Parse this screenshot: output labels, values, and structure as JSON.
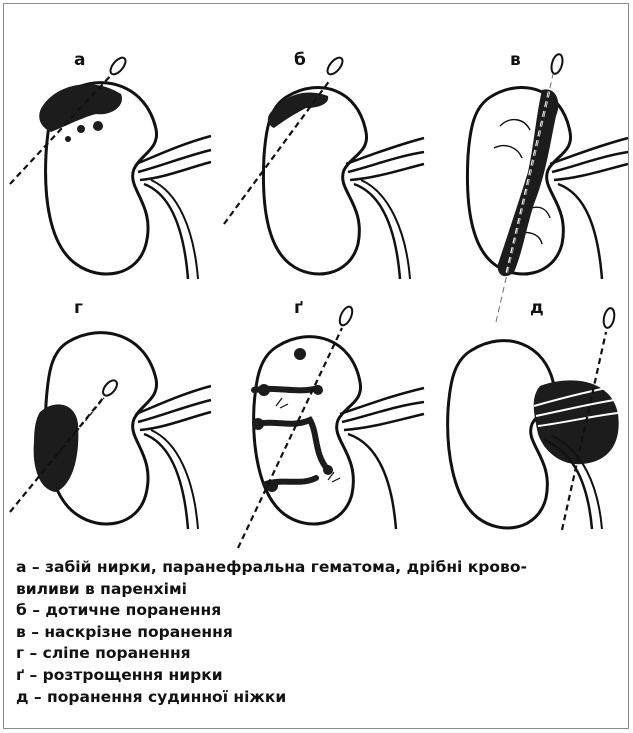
{
  "panels": [
    {
      "letter": "а"
    },
    {
      "letter": "б"
    },
    {
      "letter": "в"
    },
    {
      "letter": "г"
    },
    {
      "letter": "ґ"
    },
    {
      "letter": "д"
    }
  ],
  "legend": [
    "а – забій нирки, паранефральна гематома, дрібні крово-",
    "виливи в паренхімі",
    "б – дотичне поранення",
    "в – наскрізне поранення",
    "г – сліпе поранення",
    "ґ – розтрощення нирки",
    "д – поранення судинної ніжки"
  ],
  "colors": {
    "ink": "#111111",
    "hematoma": "#1c1c1c",
    "frame": "#8a8a8a"
  }
}
